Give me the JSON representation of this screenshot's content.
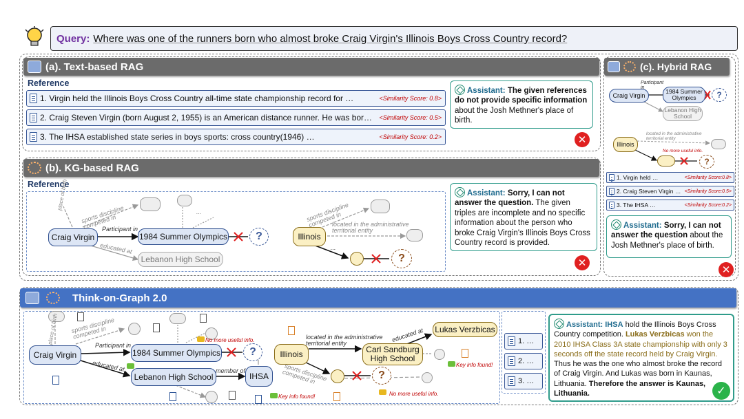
{
  "query": {
    "label": "Query:",
    "text": "Where was one of the runners born who almost broke Craig Virgin's Illinois Boys Cross Country record?"
  },
  "text_rag": {
    "title": "(a). Text-based RAG",
    "reference_label": "Reference",
    "refs": [
      {
        "text": "1. Virgin held the Illinois Boys Cross Country all-time state championship record for …",
        "score": "<Similarity Score: 0.8>"
      },
      {
        "text": "2. Craig Steven Virgin (born August 2, 1955) is an American distance runner. He was born…",
        "score": "<Similarity Score: 0.5>"
      },
      {
        "text": "3. The IHSA established state series in boys sports: cross country(1946) …",
        "score": "<Similarity Score: 0.2>"
      }
    ],
    "answer_who": "Assistant:",
    "answer_bold": "The given references do not provide specific information",
    "answer_rest": "about the Josh Methner's place of birth."
  },
  "kg_rag": {
    "title": "(b). KG-based RAG",
    "reference_label": "Reference",
    "nodes": {
      "craig": "Craig Virgin",
      "olympics": "1984 Summer Olympics",
      "lebanon": "Lebanon High School",
      "illinois": "Illinois"
    },
    "edges": {
      "place_of_birth": "place of birth",
      "sports_discipline": "sports discipline competed in",
      "participant": "Participant in",
      "educated": "educated at",
      "located": "located in the administrative territorial entity",
      "ellipsis": "..."
    },
    "answer_who": "Assistant:",
    "answer_bold": "Sorry, I can not answer the question.",
    "answer_rest": "The given triples are incomplete and no specific information about the person who broke Craig Virgin's Illinois Boys Cross Country record is provided."
  },
  "hybrid_rag": {
    "title": "(c). Hybrid RAG",
    "nodes": {
      "craig": "Craig Virgin",
      "olympics": "1984 Summer Olympics",
      "lebanon": "Lebanon High School",
      "illinois": "Illinois"
    },
    "edges": {
      "participant": "Participant in",
      "located": "located in the administrative territorial entity"
    },
    "no_more": "No more useful info.",
    "refs": [
      {
        "text": "1. Virgin held …",
        "score": "<Similarity Score:0.8>"
      },
      {
        "text": "2. Craig Steven Virgin …",
        "score": "<Similarity Score:0.5>"
      },
      {
        "text": "3. The IHSA …",
        "score": "<Similarity Score:0.2>"
      }
    ],
    "answer_who": "Assistant:",
    "answer_bold": "Sorry, I can not answer the question",
    "answer_rest": "about the Josh Methner's place of birth."
  },
  "tog": {
    "title": "Think-on-Graph 2.0",
    "nodes": {
      "craig": "Craig Virgin",
      "olympics": "1984 Summer Olympics",
      "lebanon": "Lebanon High School",
      "ihsa": "IHSA",
      "illinois": "Illinois",
      "sandburg": "Carl Sandburg High School",
      "lukas": "Lukas Verzbicas"
    },
    "edges": {
      "place_of_birth": "place of birth",
      "sports_discipline": "sports discipline competed in",
      "participant": "Participant in",
      "educated": "educated at",
      "member": "member of",
      "located": "located in the administrative territorial entity",
      "educated2": "educated at"
    },
    "no_more": "No more useful info.",
    "key_info": "Key info found!",
    "docs": [
      "1. …",
      "2. …",
      "3. …"
    ],
    "answer_who": "Assistant:",
    "answer_p1_bold": "IHSA",
    "answer_p1": "hold the Illinois Boys Cross Country competition.",
    "answer_p2_bold": "Lukas Verzbicas",
    "answer_p2": "won the 2010 IHSA Class 3A state championship with only 3 seconds off the state record held by Craig Virgin.",
    "answer_p3": "Thus he was the one who almost broke the record of Craig Virgin. And Lukas was born in Kaunas, Lithuania.",
    "answer_p4_bold": "Therefore the answer is Kaunas, Lithuania."
  },
  "colors": {
    "blue_header": "#4472c4",
    "grey_header": "#6b6b6b",
    "red": "#e02020",
    "green": "#2bb34a",
    "teal": "#2e9b8a"
  },
  "icons": {
    "query": "lightbulb-icon",
    "web": "web-search-icon",
    "kg": "knowledge-graph-icon",
    "gpt": "chatgpt-icon"
  }
}
